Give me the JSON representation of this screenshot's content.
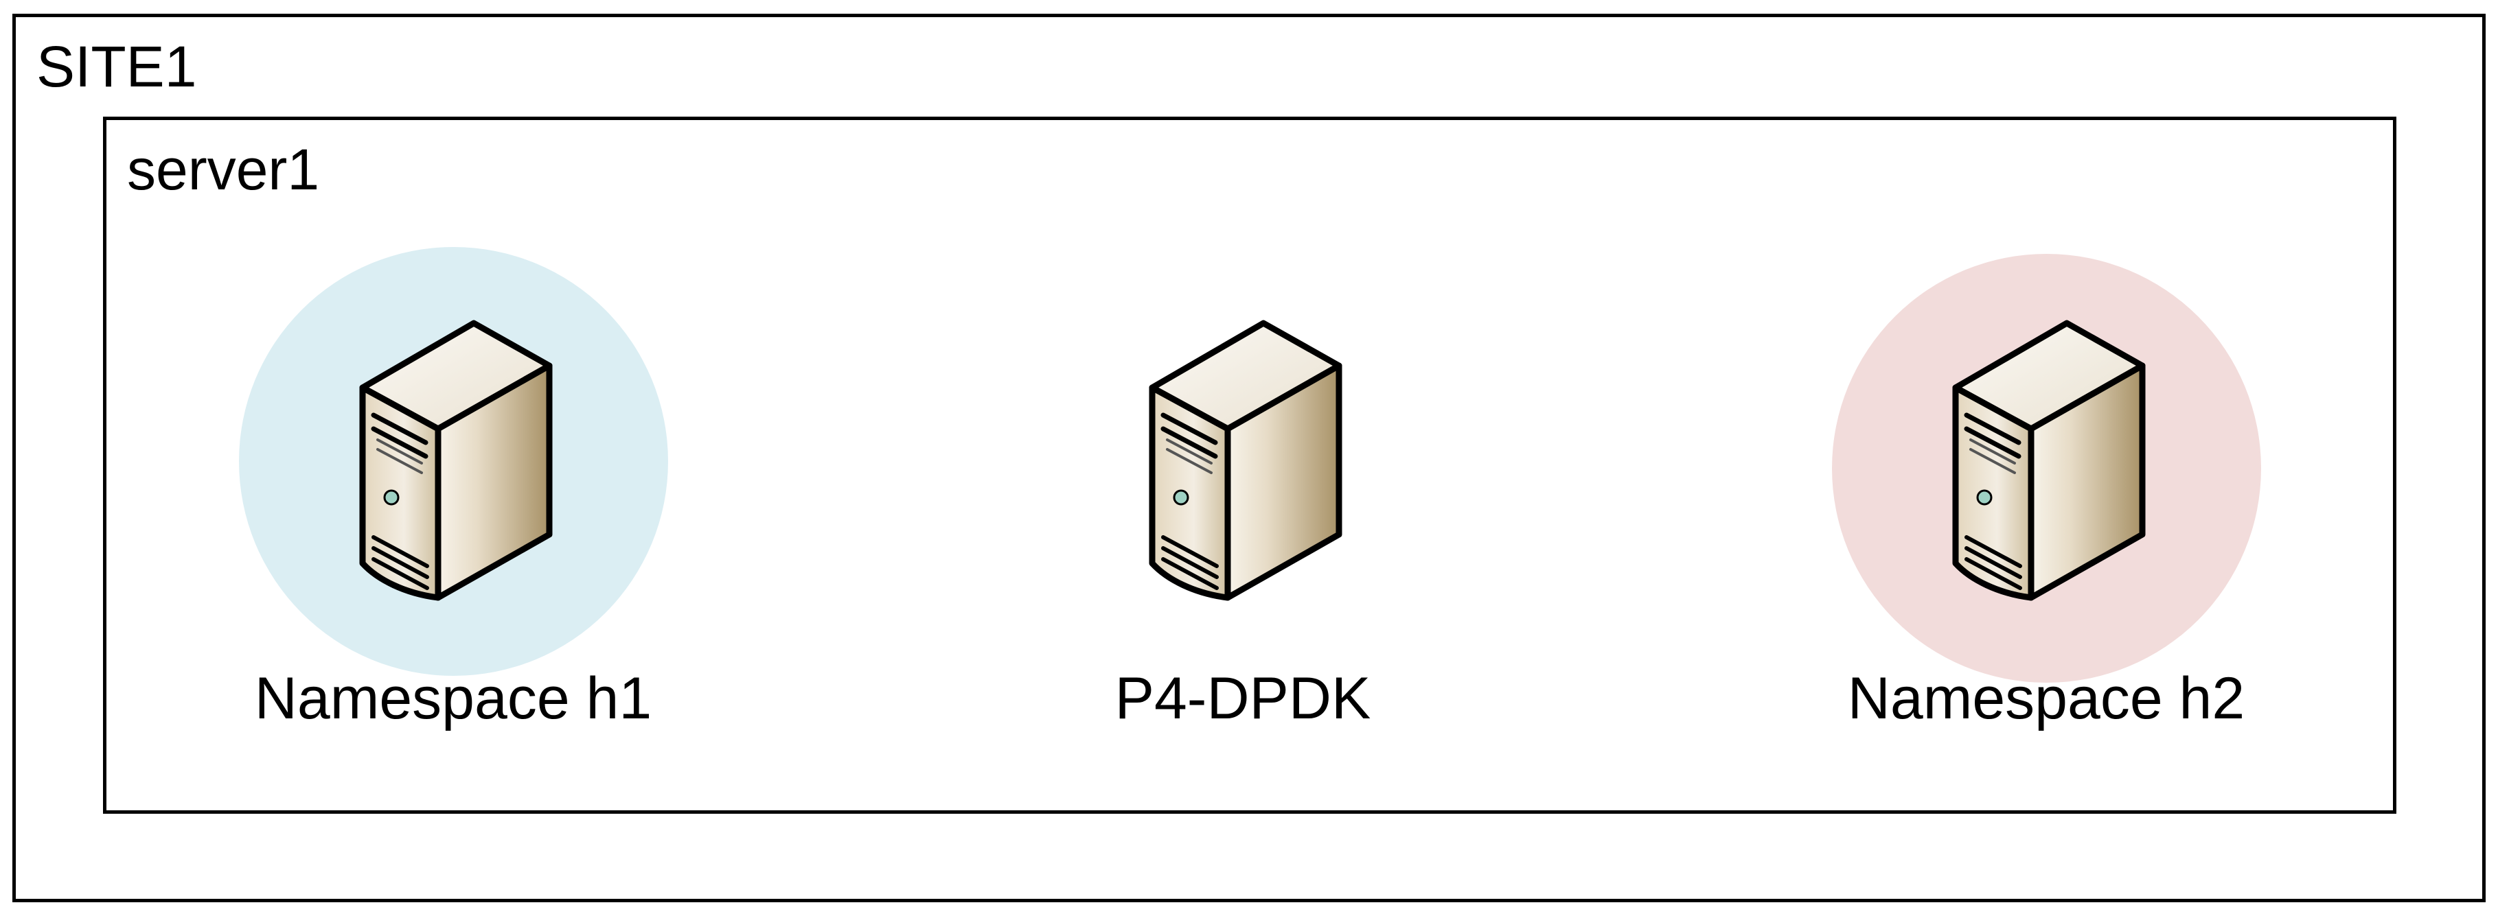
{
  "site": {
    "label": "SITE1"
  },
  "server": {
    "label": "server1"
  },
  "nodes": [
    {
      "label": "Namespace h1",
      "halo_color": "#dbeef3",
      "icon": "server-tower-icon"
    },
    {
      "label": "P4-DPDK",
      "halo_color": "",
      "icon": "server-tower-icon"
    },
    {
      "label": "Namespace h2",
      "halo_color": "#f2dcdb",
      "icon": "server-tower-icon"
    }
  ],
  "colors": {
    "border": "#000000",
    "tower_front_light": "#f8f4ea",
    "tower_front_dark": "#cbb995",
    "tower_side_light": "#f2ece0",
    "tower_side_dark": "#b19d76",
    "tower_top": "#f9f7f1"
  }
}
